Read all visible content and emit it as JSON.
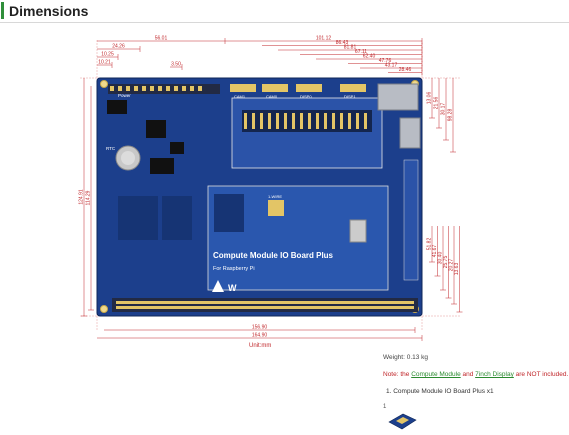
{
  "header": {
    "title": "Dimensions"
  },
  "drawing": {
    "top_dims": [
      "56.01",
      "24.26",
      "10.25",
      "10.21",
      "3.50",
      "101.12",
      "86.43",
      "81.81",
      "67.11",
      "62.40",
      "47.76",
      "43.17",
      "28.46"
    ],
    "right_dims": [
      "13.06",
      "21.56",
      "30.17",
      "98.28",
      "51.82",
      "41.67",
      "30.40",
      "25.75",
      "20.27",
      "13.63"
    ],
    "left_dims": [
      "124.91",
      "114.29"
    ],
    "bottom_dims": [
      "156.90",
      "164.90"
    ],
    "unit": "Unit:mm"
  },
  "board": {
    "title": "Compute Module IO Board Plus",
    "subtitle": "For Raspberry Pi",
    "labels": {
      "power": "Power",
      "cam1": "CAM1",
      "cam0": "CAM0",
      "disp0": "DISP0",
      "disp1": "DISP1",
      "wire": "1-WIRE",
      "rtc": "RTC",
      "brand": "W"
    }
  },
  "specs": {
    "weight": "Weight: 0.13 kg",
    "note_prefix": "Note: the ",
    "note_link1": "Compute Module",
    "note_mid": " and ",
    "note_link2": "7inch Display",
    "note_suffix": " are NOT included.",
    "package_item": "1. Compute Module IO Board Plus x1",
    "item_index": "1"
  },
  "colors": {
    "board": "#1c3f8c",
    "dimension": "#c0262a",
    "accent": "#2f8f3a"
  }
}
